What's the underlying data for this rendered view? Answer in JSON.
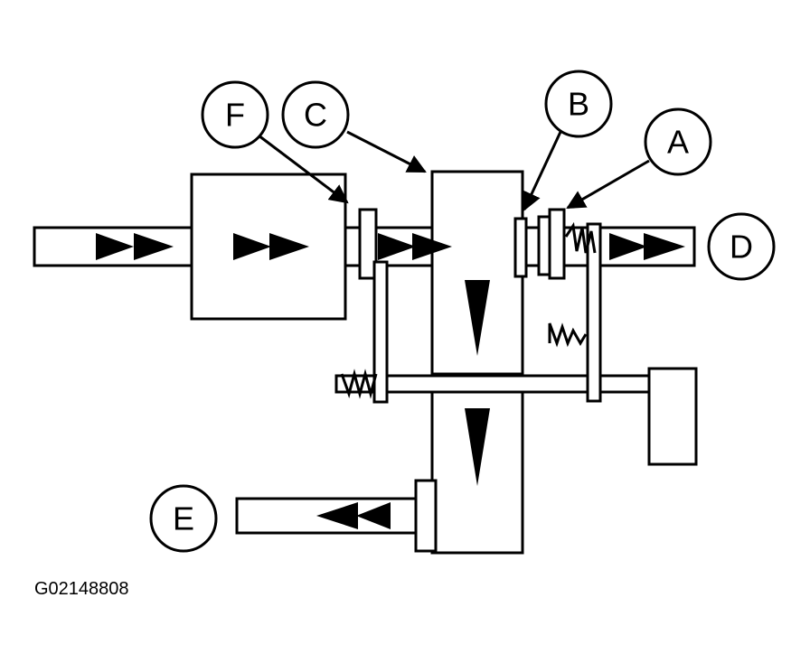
{
  "diagram": {
    "callouts": {
      "a": "A",
      "b": "B",
      "c": "C",
      "d": "D",
      "e": "E",
      "f": "F"
    },
    "figure_code": "G02148808"
  },
  "colors": {
    "ink": "#000000",
    "paper": "#ffffff"
  }
}
